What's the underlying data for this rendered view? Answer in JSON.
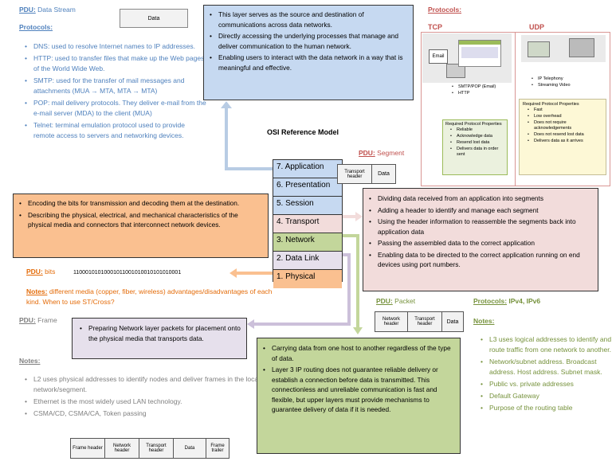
{
  "top_left": {
    "pdu_label": "PDU:",
    "pdu_value": "Data Stream",
    "data_box": "Data",
    "protocols_title": "Protocols:",
    "protocols": [
      "DNS: used to resolve Internet names to IP addresses.",
      "HTTP: used to transfer files that make up the Web pages of the World Wide Web.",
      "SMTP: used for the transfer of mail messages and attachments (MUA → MTA, MTA → MTA)",
      "POP: mail delivery protocols. They deliver e-mail from the e-mail server (MDA) to the client (MUA)",
      "Telnet:  terminal emulation protocol used to provide remote access to servers and networking devices."
    ]
  },
  "application_box": {
    "items": [
      "This layer serves as the source and destination of communications across data networks.",
      "Directly accessing the underlying processes that manage and deliver communication to the human network.",
      "Enabling users to interact with the data network in a way that is meaningful and effective."
    ]
  },
  "transport_protocols": {
    "title": "Protocols:",
    "tcp": "TCP",
    "udp": "UDP",
    "email_label": "Email",
    "tcp_apps": [
      "SMTP/POP (Email)",
      "HTTP"
    ],
    "udp_apps": [
      "IP Telephony",
      "Streaming Video"
    ],
    "tcp_props_title": "Required Protocol Properties",
    "tcp_props": [
      "Reliable",
      "Acknowledge data",
      "Resend lost data",
      "Delivers data in order sent"
    ],
    "udp_props_title": "Required Protocol Properties",
    "udp_props": [
      "Fast",
      "Low overhead",
      "Does not require acknowledgements",
      "Does not resend lost data",
      "Delivers data as it arrives"
    ]
  },
  "osi": {
    "title": "OSI Reference Model",
    "layers": [
      "7. Application",
      "6. Presentation",
      "5. Session",
      "4. Transport",
      "3. Network",
      "2. Data Link",
      "1.  Physical"
    ]
  },
  "segment": {
    "pdu_label": "PDU:",
    "pdu_value": "Segment",
    "cells": [
      "Transport header",
      "Data"
    ],
    "items": [
      "Dividing data received from an application into segments",
      "Adding a header to identify and manage each segment",
      "Using the header information to reassemble the segments back into application data",
      "Passing the assembled data to the correct application",
      "Enabling data to be directed to the correct application running on end devices using port numbers."
    ]
  },
  "physical": {
    "items": [
      "Encoding the bits for transmission and decoding them at the destination.",
      "Describing the physical, electrical, and mechanical characteristics of the physical media and connectors that interconnect network devices."
    ],
    "pdu_label": "PDU:",
    "pdu_value": "bits",
    "bits": "11000101010001011001010010101010001",
    "notes_label": "Notes:",
    "notes_text": "different media (copper, fiber, wireless) advantages/disadvantages of each kind. When to use ST/Cross?"
  },
  "datalink": {
    "pdu_label": "PDU:",
    "pdu_value": "Frame",
    "box": "Preparing Network layer packets for placement onto the physical media that transports data.",
    "notes_title": "Notes:",
    "notes": [
      "L2 uses physical addresses to identify nodes and deliver frames in the local network/segment.",
      "Ethernet is the most widely used LAN technology.",
      "CSMA/CD, CSMA/CA, Token passing"
    ],
    "frame_cells": [
      "Frame header",
      "Network header",
      "Transport header",
      "Data",
      "Frame trailer"
    ]
  },
  "network": {
    "items": [
      "Carrying data from one host to another regardless of the type of data.",
      "Layer 3 IP routing does not guarantee reliable delivery or establish a connection before data is transmitted. This connectionless and unreliable communication is fast and flexible, but upper layers must provide mechanisms to guarantee delivery of data if it is needed."
    ],
    "pdu_label": "PDU:",
    "pdu_value": "Packet",
    "packet_cells": [
      "Network header",
      "Transport header",
      "Data"
    ],
    "protocols_label": "Protocols:",
    "protocols_value": "IPv4, IPv6",
    "notes_title": "Notes:",
    "notes": [
      "L3 uses logical addresses to identify and route traffic from one network to another.",
      "Network/subnet address. Broadcast address. Host address. Subnet mask.",
      "Public vs. private addresses",
      "Default Gateway",
      "Purpose of the routing table"
    ]
  },
  "colors": {
    "app_blue": "#c6d9f1",
    "transport_pink": "#f2dcdb",
    "network_green": "#c3d69b",
    "datalink_lavender": "#e6e0ec",
    "physical_orange": "#fac090"
  }
}
